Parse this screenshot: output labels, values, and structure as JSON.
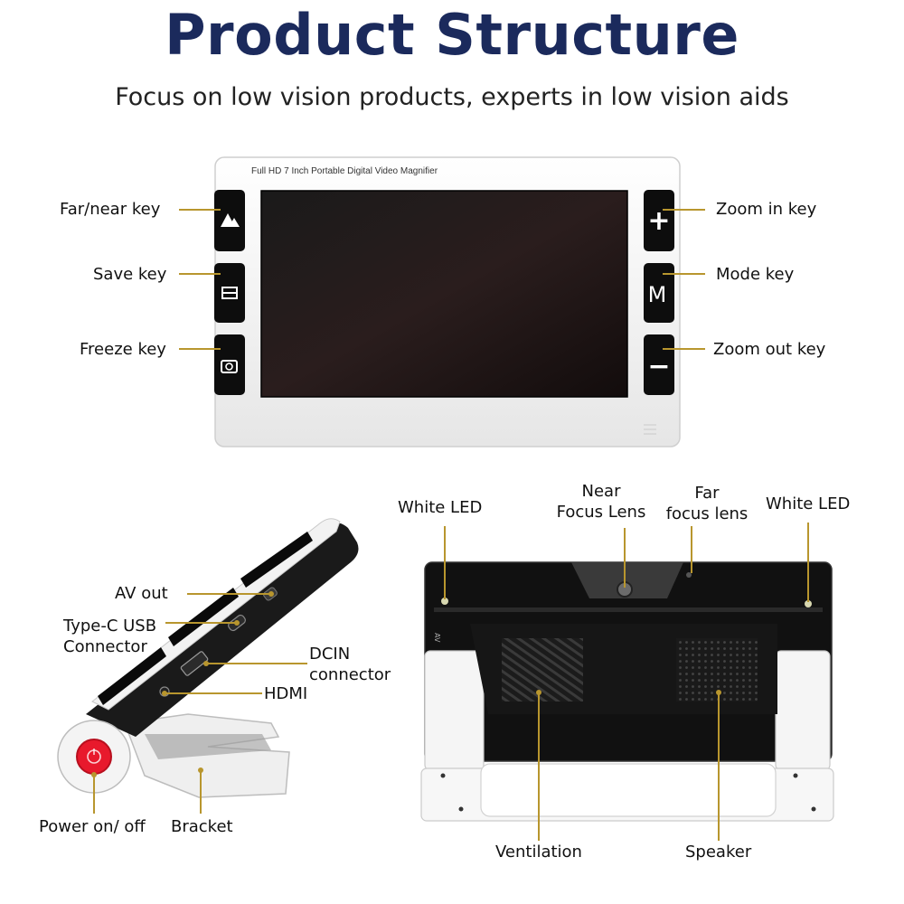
{
  "title": "Product Structure",
  "subtitle": "Focus on low vision products, experts in low vision aids",
  "device_front": {
    "model_text": "Full HD 7 Inch Portable Digital Video Magnifier",
    "left_keys": [
      "Far/near key",
      "Save key",
      "Freeze key"
    ],
    "right_keys": [
      "Zoom in key",
      "Mode key",
      "Zoom out key"
    ],
    "key_glyphs": {
      "zoom_in": "+",
      "mode": "M",
      "zoom_out": "−"
    }
  },
  "device_side": {
    "labels": {
      "av_out": "AV out",
      "type_c": "Type-C USB\nConnector",
      "dcin": "DCIN\nconnector",
      "hdmi": "HDMI",
      "power": "Power on/ off",
      "bracket": "Bracket"
    }
  },
  "device_back": {
    "av_marking": "AV",
    "labels": {
      "white_led_left": "White LED",
      "near_focus": "Near\nFocus Lens",
      "far_focus": "Far\nfocus lens",
      "white_led_right": "White LED",
      "ventilation": "Ventilation",
      "speaker": "Speaker"
    }
  },
  "colors": {
    "title": "#1b2a5c",
    "leader": "#b8962e",
    "power_button": "#e8192c"
  }
}
